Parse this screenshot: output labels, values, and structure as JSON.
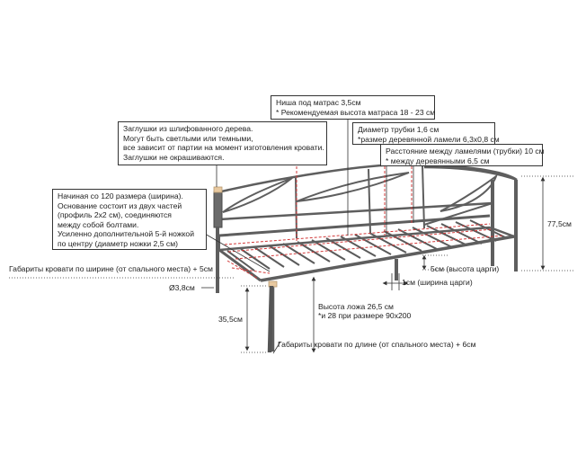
{
  "notes": {
    "niche": {
      "lines": [
        "Ниша под матрас 3,5см",
        "* Рекомендуемая высота матраса 18 - 23 см"
      ]
    },
    "caps": {
      "lines": [
        "Заглушки из шлифованного дерева.",
        "Могут быть светлыми или темными,",
        "все зависит от партии на момент изготовления кровати.",
        "Заглушки не окрашиваются."
      ]
    },
    "tube": {
      "lines": [
        "Диаметр трубки 1,6 см",
        "*размер деревянной ламели 6,3х0,8 см"
      ]
    },
    "slat_gap": {
      "lines": [
        "Расстояние между ламелями (трубки) 10 см",
        "* между деревянными 6,5 см"
      ]
    },
    "base": {
      "lines": [
        "Начиная со 120 размера (ширина).",
        "Основание состоит из двух частей",
        "(профиль 2х2 см), соединяются",
        "между собой болтами.",
        "Усиленно дополнительной 5-й ножкой",
        "по центру (диаметр ножки 2,5 см)"
      ]
    }
  },
  "labels": {
    "width_dims": "Габариты кровати по ширине (от спального места) + 5см",
    "leg_diameter": "Ø3,8см",
    "leg_height": "35,5см",
    "total_height": "77,5см",
    "frame_height": "5см (высота царги)",
    "frame_width": "1см (ширина царги)",
    "bed_height_1": "Высота ложа 26,5 см",
    "bed_height_2": "*и 28 при размере 90х200",
    "length_dims": "Габариты кровати по длине (от спального места) + 6см"
  },
  "colors": {
    "frame": "#5e5e5e",
    "frame_dark": "#444444",
    "slats": "#555555",
    "red_dashed": "#d23a3a",
    "wood_cap": "#e8c9a0",
    "leader": "#333333"
  }
}
